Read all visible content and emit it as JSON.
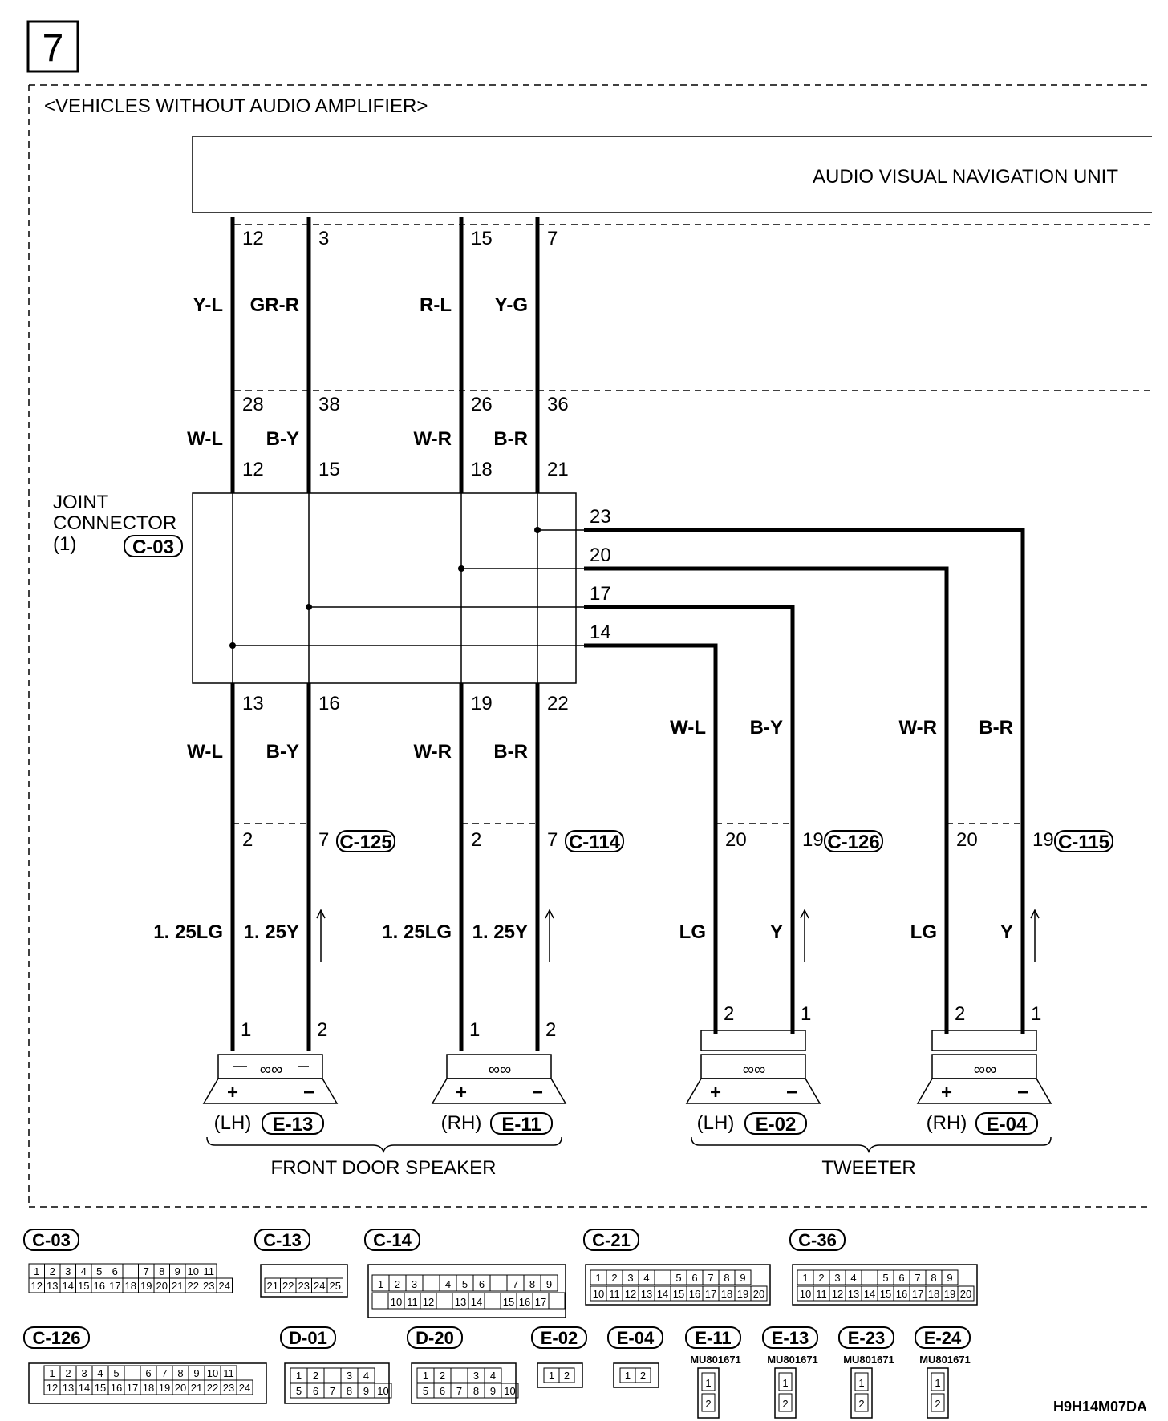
{
  "page_number": "7",
  "variant_title": "<VEHICLES WITHOUT AUDIO AMPLIFIER>",
  "unit_label": "AUDIO VISUAL NAVIGATION UNIT",
  "joint_connector": {
    "line1": "JOINT",
    "line2": "CONNECTOR",
    "line3": "(1)",
    "code": "C-03"
  },
  "top_pins": [
    "12",
    "3",
    "15",
    "7"
  ],
  "top_colors": [
    "Y-L",
    "GR-R",
    "R-L",
    "Y-G"
  ],
  "mid_pins": [
    "28",
    "38",
    "26",
    "36"
  ],
  "mid_colors": [
    "W-L",
    "B-Y",
    "W-R",
    "B-R"
  ],
  "jc_top_pins": [
    "12",
    "15",
    "18",
    "21"
  ],
  "jc_right_pins": [
    "23",
    "20",
    "17",
    "14"
  ],
  "jc_bottom_pins": [
    "13",
    "16",
    "19",
    "22"
  ],
  "low_colors": [
    "W-L",
    "B-Y",
    "W-R",
    "B-R",
    "W-L",
    "B-Y",
    "W-R",
    "B-R"
  ],
  "conn_pins": [
    "2",
    "7",
    "2",
    "7",
    "20",
    "19",
    "20",
    "19"
  ],
  "conn_codes": [
    "C-125",
    "C-114",
    "C-126",
    "C-115"
  ],
  "harness_colors": [
    "1. 25LG",
    "1. 25Y",
    "1. 25LG",
    "1. 25Y",
    "LG",
    "Y",
    "LG",
    "Y"
  ],
  "device_pins": [
    "1",
    "2",
    "1",
    "2",
    "2",
    "1",
    "2",
    "1"
  ],
  "devices": [
    {
      "side": "(LH)",
      "code": "E-13"
    },
    {
      "side": "(RH)",
      "code": "E-11"
    },
    {
      "side": "(LH)",
      "code": "E-02"
    },
    {
      "side": "(RH)",
      "code": "E-04"
    }
  ],
  "polarity": {
    "plus": "+",
    "minus": "−"
  },
  "group_labels": [
    "FRONT DOOR SPEAKER",
    "TWEETER"
  ],
  "connector_legend": [
    "C-03",
    "C-13",
    "C-14",
    "C-21",
    "C-36",
    "C-126",
    "D-01",
    "D-20",
    "E-02",
    "E-04",
    "E-11",
    "E-13",
    "E-23",
    "E-24"
  ],
  "part_number": "MU801671",
  "legend_rows": {
    "c03_top": [
      "1",
      "2",
      "3",
      "4",
      "5",
      "6",
      "",
      "7",
      "8",
      "9",
      "10",
      "11"
    ],
    "c03_bottom": [
      "12",
      "13",
      "14",
      "15",
      "16",
      "17",
      "18",
      "19",
      "20",
      "21",
      "22",
      "23",
      "24"
    ],
    "c13": [
      "21",
      "22",
      "23",
      "24",
      "25"
    ],
    "c14_top": [
      "1",
      "2",
      "3",
      "",
      "4",
      "5",
      "6",
      "",
      "7",
      "8",
      "9"
    ],
    "c14_bottom": [
      "",
      "10",
      "11",
      "12",
      "",
      "13",
      "14",
      "",
      "15",
      "16",
      "17",
      ""
    ],
    "c21_top": [
      "1",
      "2",
      "3",
      "4",
      "",
      "5",
      "6",
      "7",
      "8",
      "9"
    ],
    "c21_bottom": [
      "10",
      "11",
      "12",
      "13",
      "14",
      "15",
      "16",
      "17",
      "18",
      "19",
      "20"
    ],
    "c36_top": [
      "1",
      "2",
      "3",
      "4",
      "",
      "5",
      "6",
      "7",
      "8",
      "9"
    ],
    "c36_bottom": [
      "10",
      "11",
      "12",
      "13",
      "14",
      "15",
      "16",
      "17",
      "18",
      "19",
      "20"
    ],
    "c126_top": [
      "1",
      "2",
      "3",
      "4",
      "5",
      "",
      "6",
      "7",
      "8",
      "9",
      "10",
      "11"
    ],
    "c126_bottom": [
      "12",
      "13",
      "14",
      "15",
      "16",
      "17",
      "18",
      "19",
      "20",
      "21",
      "22",
      "23",
      "24"
    ],
    "d01_top": [
      "1",
      "2",
      "",
      "3",
      "4"
    ],
    "d01_bottom": [
      "5",
      "6",
      "7",
      "8",
      "9",
      "10"
    ],
    "d20_top": [
      "1",
      "2",
      "",
      "3",
      "4"
    ],
    "d20_bottom": [
      "5",
      "6",
      "7",
      "8",
      "9",
      "10"
    ],
    "two_pin": [
      "1",
      "2"
    ]
  },
  "drawing_code": "H9H14M07DA"
}
